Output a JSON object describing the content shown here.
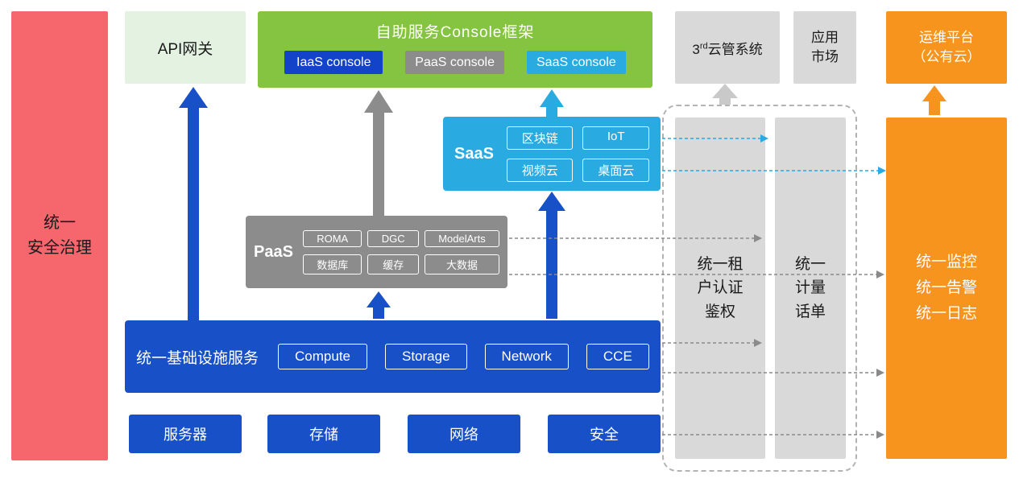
{
  "colors": {
    "security_red": "#F5666D",
    "api_gateway_green": "#E4F2E2",
    "console_green": "#85C441",
    "primary_blue": "#1850C8",
    "iaas_button_blue": "#1243C8",
    "saas_cyan": "#29ABE2",
    "light_gray": "#D9D9D9",
    "paas_gray": "#8C8C8C",
    "orange": "#F7941E"
  },
  "security_bar": {
    "label": "统一\n安全治理"
  },
  "api_gateway": {
    "label": "API网关"
  },
  "console_framework": {
    "title": "自助服务Console框架",
    "consoles": [
      {
        "label": "IaaS console"
      },
      {
        "label": "PaaS console"
      },
      {
        "label": "SaaS console"
      }
    ]
  },
  "third_party": {
    "prefix": "3",
    "sup": "rd",
    "suffix": "云管系统"
  },
  "app_market": {
    "label": "应用\n市场"
  },
  "ops_platform": {
    "label": "运维平台\n（公有云）"
  },
  "saas_block": {
    "label": "SaaS",
    "items": [
      "区块链",
      "IoT",
      "视频云",
      "桌面云"
    ]
  },
  "paas_block": {
    "label": "PaaS",
    "items": [
      "ROMA",
      "DGC",
      "ModelArts",
      "数据库",
      "缓存",
      "大数据"
    ]
  },
  "iaas_block": {
    "label": "统一基础设施服务",
    "items": [
      "Compute",
      "Storage",
      "Network",
      "CCE"
    ]
  },
  "hardware": {
    "items": [
      "服务器",
      "存储",
      "网络",
      "安全"
    ]
  },
  "auth_bar": {
    "label": "统一租\n户认证\n鉴权"
  },
  "metering_bar": {
    "label": "统一\n计量\n话单"
  },
  "monitor_bar": {
    "label": "统一监控\n统一告警\n统一日志"
  }
}
